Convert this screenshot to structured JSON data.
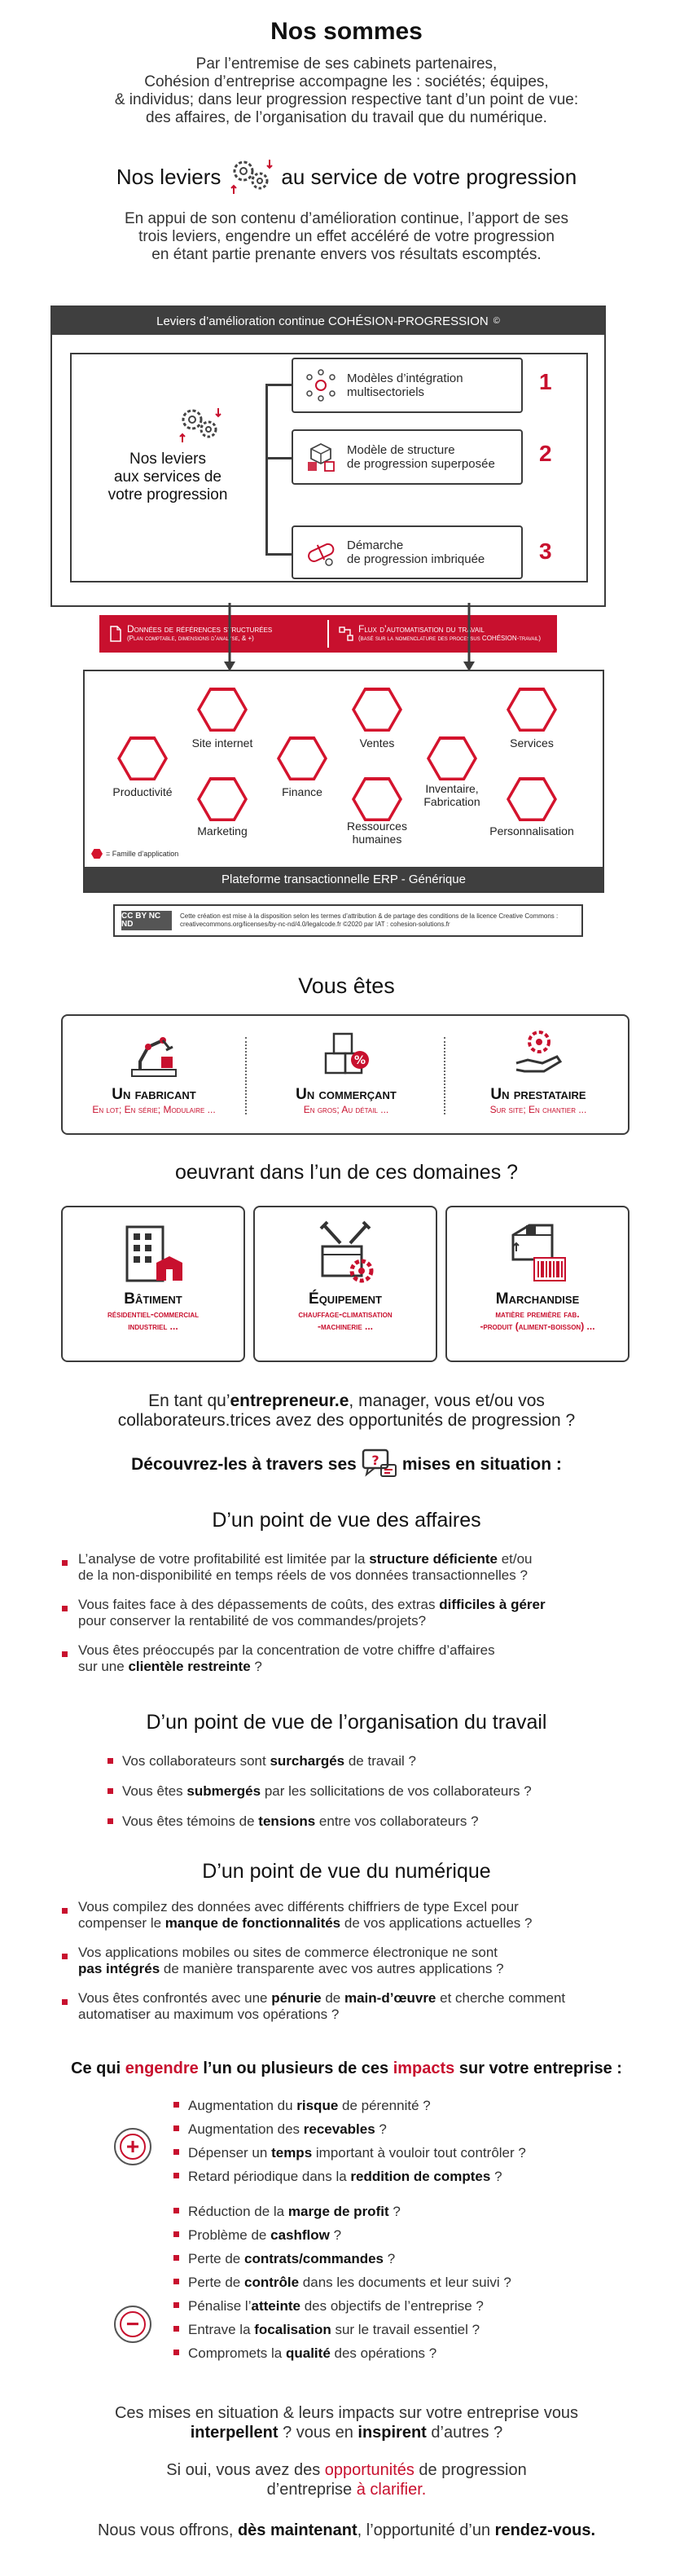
{
  "intro": {
    "title": "Nos sommes",
    "lines": [
      "Par l’entremise de ses cabinets partenaires,",
      "Cohésion d’entreprise accompagne les : sociétés; équipes,",
      "& individus; dans leur progression respective tant d’un point de vue:",
      "des affaires, de l’organisation du travail que du numérique."
    ]
  },
  "leviers": {
    "title_left": "Nos leviers",
    "title_right": "au service de votre progression",
    "lines": [
      "En appui de son contenu d’amélioration continue, l’apport de ses",
      "trois leviers, engendre un effet accéléré de votre progression",
      "en étant partie prenante envers vos résultats escomptés."
    ]
  },
  "diagram": {
    "header": "Leviers d’amélioration continue COHÉSION-PROGRESSION",
    "header_mark": "©",
    "center_title": [
      "Nos leviers",
      "aux services de",
      "votre progression"
    ],
    "levers": [
      {
        "num": "1",
        "lines": [
          "Modèles d’intégration",
          "multisectoriels"
        ]
      },
      {
        "num": "2",
        "lines": [
          "Modèle de structure",
          "de progression superposée"
        ]
      },
      {
        "num": "3",
        "lines": [
          "Démarche",
          "de progression imbriquée"
        ]
      }
    ],
    "redbar": {
      "left_title": "Données de références structurées",
      "left_sub": "(Plan comptable, dimensions d’analyse, & +)",
      "right_title": "Flux d’automatisation du travail",
      "right_sub": "(basé sur la nomenclature des processus COHÉSION-travail)"
    },
    "erp": {
      "footer": "Plateforme transactionnelle ERP - Générique",
      "legend": "= Famille d’application",
      "modules": [
        "Site internet",
        "Ventes",
        "Services",
        "Productivité",
        "Finance",
        "Inventaire, Fabrication",
        "Marketing",
        "Ressources humaines",
        "Personnalisation"
      ]
    },
    "license": {
      "badge": "CC BY NC ND",
      "line1": "Cette création est mise à la disposition selon les termes d’attribution & de partage des conditions de la licence Creative Commons :",
      "line2": "creativecommons.org/licenses/by-nc-nd/4.0/legalcode.fr ©2020 par IAT : cohesion-solutions.fr"
    }
  },
  "vous_etes": {
    "title": "Vous êtes",
    "items": [
      {
        "title": "Un fabricant",
        "sub": "En lot; En série; Modulaire ..."
      },
      {
        "title": "Un commerçant",
        "sub": "En gros; Au détail ..."
      },
      {
        "title": "Un prestataire",
        "sub": "Sur site; En chantier ..."
      }
    ]
  },
  "domaines": {
    "title": "oeuvrant dans l’un de ces domaines ?",
    "items": [
      {
        "title": "Bâtiment",
        "sub": [
          "résidentiel-commercial",
          "industriel ..."
        ]
      },
      {
        "title": "Équipement",
        "sub": [
          "chauffage-climatisation",
          "-machinerie ..."
        ]
      },
      {
        "title": "Marchandise",
        "sub": [
          "matière première fab.",
          "-produit (aliment-boisson) ..."
        ]
      }
    ]
  },
  "question": {
    "line1_a": "En tant qu’",
    "line1_b": "entrepreneur.e",
    "line1_c": ", manager, vous et/ou vos",
    "line2": "collaborateurs.trices avez des opportunités de progression ?",
    "decouvrez_a": "Découvrez-les à travers ses",
    "decouvrez_b": "mises en situation :"
  },
  "affaires": {
    "title_a": "D’un point de vue ",
    "title_b": "des affaires",
    "items": [
      {
        "p1": "L’analyse de votre profitabilité est limitée par la ",
        "b1": "structure déficiente",
        "p2": " et/ou",
        "line2": "de la non-disponibilité en temps réels de vos données transactionnelles ?"
      },
      {
        "p1": "Vous faites face à des dépassements de coûts, des extras ",
        "b1": "difficiles à gérer",
        "p2": "",
        "line2": "pour conserver la rentabilité de vos commandes/projets?"
      },
      {
        "p1": "Vous êtes préoccupés par la concentration de votre chiffre d’affaires",
        "b1": "",
        "p2": "",
        "line2a": "sur une ",
        "line2b": "clientèle restreinte",
        "line2c": " ?"
      }
    ]
  },
  "organisation": {
    "title_a": "D’un point de vue ",
    "title_b": "de l’organisation du travail",
    "items": [
      {
        "a": "Vos collaborateurs sont ",
        "b": "surchargés",
        "c": " de travail ?"
      },
      {
        "a": "Vous êtes ",
        "b": "submergés",
        "c": " par les sollicitations de vos collaborateurs ?"
      },
      {
        "a": "Vous êtes témoins de ",
        "b": "tensions",
        "c": " entre vos collaborateurs ?"
      }
    ]
  },
  "numerique": {
    "title_a": "D’un point de vue ",
    "title_b": "du numérique",
    "items": [
      {
        "l1": "Vous compilez des données avec différents chiffriers de type Excel pour",
        "l2a": "compenser le ",
        "l2b": "manque de fonctionnalités",
        "l2c": " de vos applications actuelles ?"
      },
      {
        "l1": "Vos applications mobiles ou sites de commerce électronique ne sont",
        "l2a": "",
        "l2b": "pas intégrés",
        "l2c": " de manière transparente avec vos autres applications ?"
      },
      {
        "l1a": "Vous êtes confrontés avec une ",
        "l1b": "pénurie",
        "l1c": " de ",
        "l1d": "main-d’œuvre",
        "l1e": " et cherche comment",
        "l2": "automatiser au maximum vos opérations ?"
      }
    ]
  },
  "impacts": {
    "title_a": "Ce qui ",
    "title_b": "engendre",
    "title_c": " l’un ou plusieurs de ces ",
    "title_d": "impacts",
    "title_e": " sur votre entreprise :",
    "plus_symbol": "+",
    "minus_symbol": "−",
    "positive": [
      {
        "a": "Augmentation du ",
        "b": "risque",
        "c": " de pérennité ?"
      },
      {
        "a": "Augmentation des ",
        "b": "recevables",
        "c": " ?"
      },
      {
        "a": "Dépenser un ",
        "b": "temps",
        "c": " important à vouloir tout contrôler ?"
      },
      {
        "a": "Retard périodique dans la ",
        "b": "reddition de comptes",
        "c": " ?"
      }
    ],
    "negative": [
      {
        "a": "Réduction de la ",
        "b": "marge de profit",
        "c": " ?"
      },
      {
        "a": "Problème de ",
        "b": "cashflow",
        "c": " ?"
      },
      {
        "a": "Perte de ",
        "b": "contrats/commandes",
        "c": " ?"
      },
      {
        "a": "Perte de ",
        "b": "contrôle",
        "c": " dans les documents et leur suivi ?"
      },
      {
        "a": "Pénalise l’",
        "b": "atteinte",
        "c": " des objectifs de l’entreprise ?"
      },
      {
        "a": "Entrave la ",
        "b": "focalisation",
        "c": " sur le travail essentiel ?"
      },
      {
        "a": "Compromets la ",
        "b": "qualité",
        "c": " des opérations ?"
      }
    ]
  },
  "closing": {
    "l1": "Ces mises en situation & leurs impacts sur votre entreprise vous",
    "l2a": "interpellent",
    "l2b": " ? vous en ",
    "l2c": "inspirent",
    "l2d": " d’autres ?",
    "l3a": "Si oui, vous avez des ",
    "l3b": "opportunités",
    "l3c": " de progression",
    "l4a": "d’entreprise ",
    "l4b": "à clarifier.",
    "l5a": "Nous vous offrons, ",
    "l5b": "dès maintenant",
    "l5c": ", l’opportunité d’un ",
    "l5d": "rendez-vous."
  }
}
